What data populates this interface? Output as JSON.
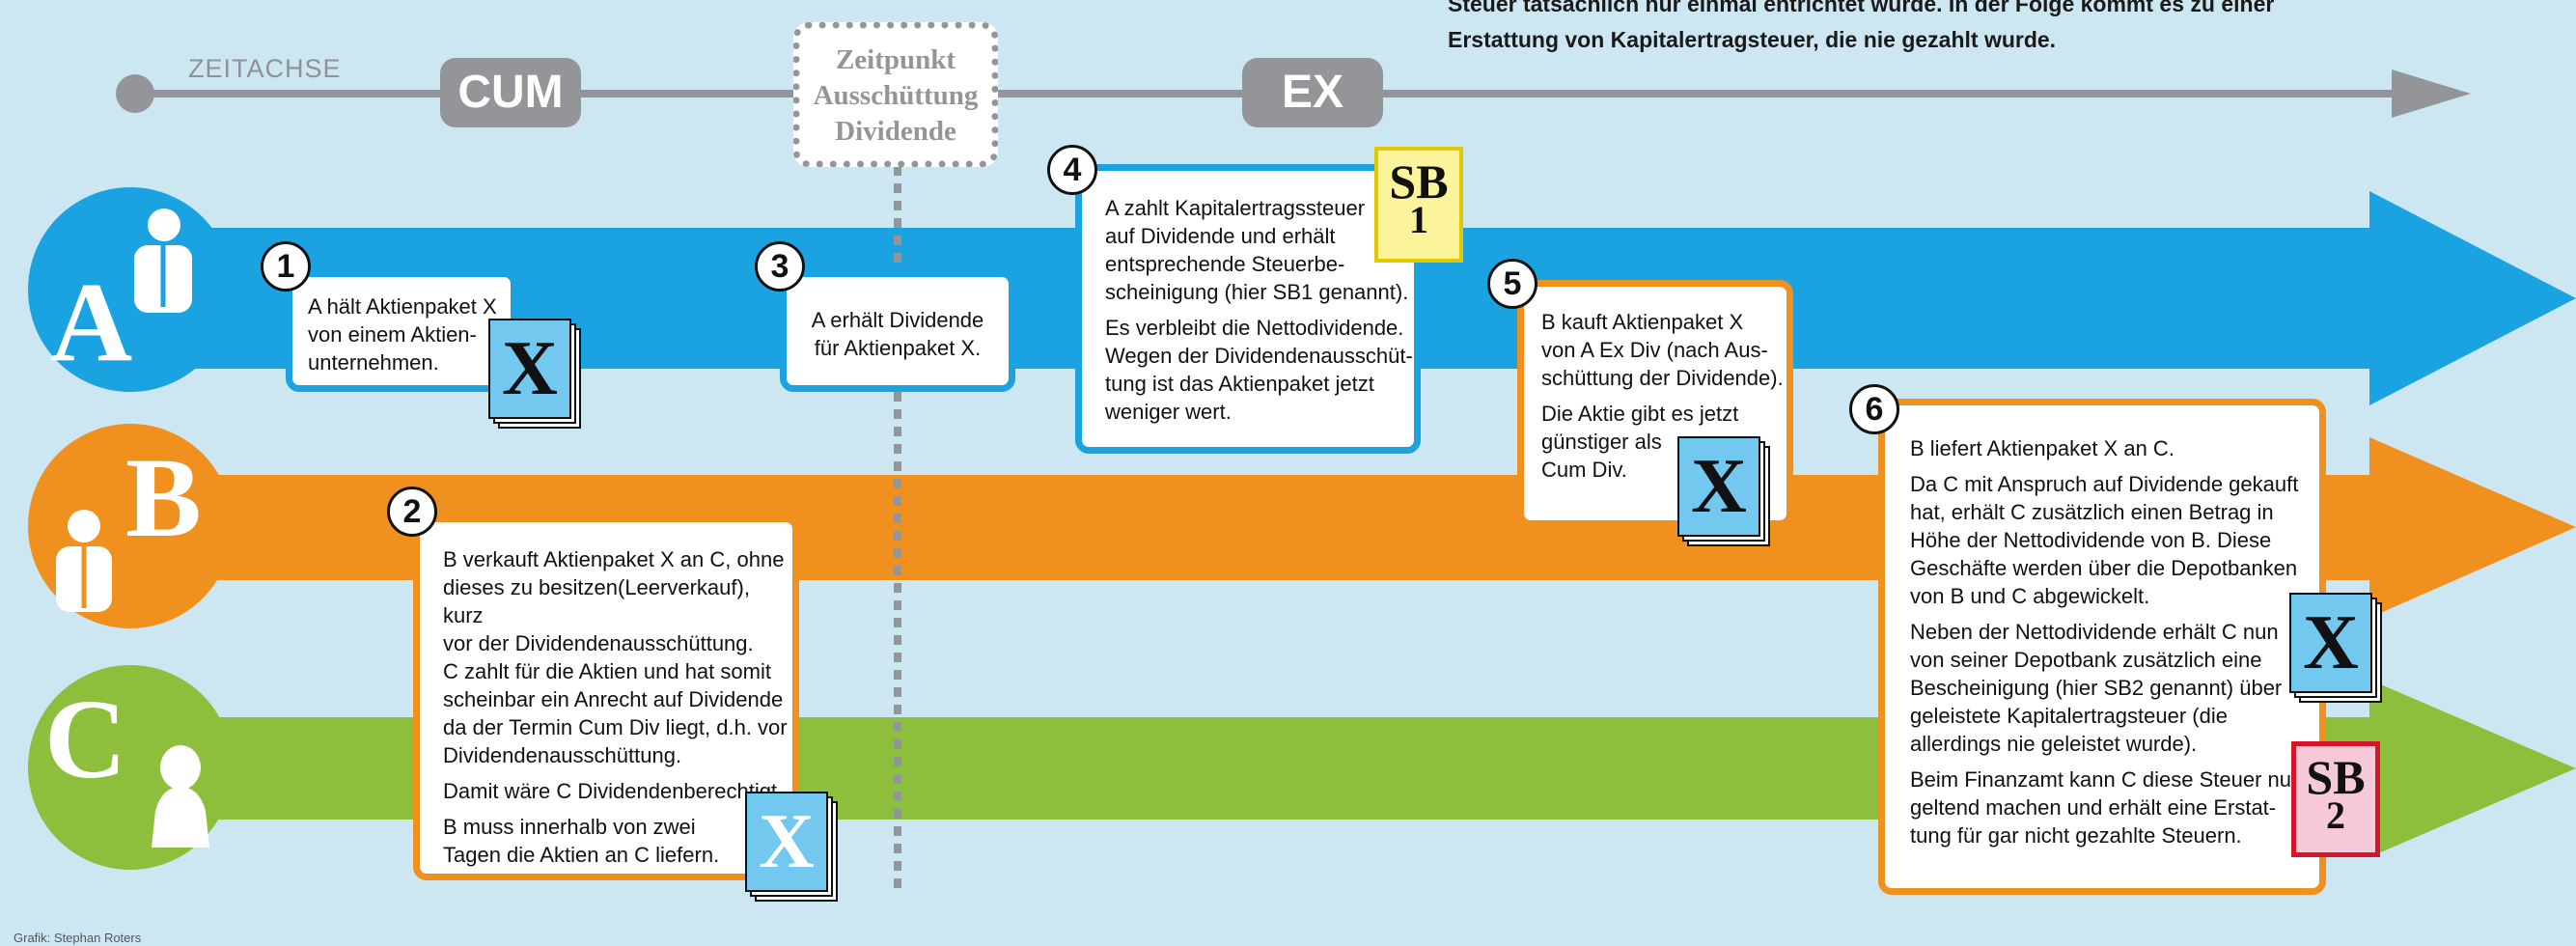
{
  "header": {
    "intro_line1": "Steuer tatsächlich nur einmal entrichtet wurde. In der Folge kommt es zu einer",
    "intro_line2": "Erstattung von Kapitalertragsteuer, die nie gezahlt wurde."
  },
  "timeline": {
    "label": "ZEITACHSE",
    "cum": "CUM",
    "ex": "EX",
    "payout_line1": "Zeitpunkt",
    "payout_line2": "Ausschüttung",
    "payout_line3": "Dividende"
  },
  "lanes": {
    "a": {
      "letter": "A",
      "color": "#1aa3e0"
    },
    "b": {
      "letter": "B",
      "color": "#f0901e"
    },
    "c": {
      "letter": "C",
      "color": "#8dbe3c"
    }
  },
  "steps": {
    "s1": {
      "num": "1",
      "lines": [
        "A hält Aktienpaket X",
        "von einem Aktien-",
        "unternehmen."
      ]
    },
    "s2": {
      "num": "2",
      "p1": [
        "B verkauft Aktienpaket X an C, ohne",
        "dieses zu besitzen(Leerverkauf), kurz",
        "vor der Dividendenausschüttung.",
        "C zahlt für die Aktien und hat somit",
        "scheinbar ein Anrecht auf Dividende",
        "da der Termin Cum Div liegt, d.h. vor",
        "Dividendenausschüttung."
      ],
      "p2": [
        "Damit wäre C Dividendenberechtigt."
      ],
      "p3": [
        "B muss innerhalb von zwei",
        "Tagen die Aktien an C liefern."
      ]
    },
    "s3": {
      "num": "3",
      "lines": [
        "A erhält Dividende",
        "für Aktienpaket X."
      ]
    },
    "s4": {
      "num": "4",
      "p1": [
        "A zahlt Kapitalertragssteuer",
        "auf Dividende und erhält",
        "entsprechende Steuerbe-",
        "scheinigung (hier SB1 genannt)."
      ],
      "p2": [
        "Es verbleibt die Nettodividende.",
        "Wegen der Dividendenausschüt-",
        "tung ist das Aktienpaket jetzt",
        "weniger wert."
      ]
    },
    "s5": {
      "num": "5",
      "p1": [
        "B kauft Aktienpaket X",
        "von A Ex Div (nach Aus-",
        "schüttung der Dividende)."
      ],
      "p2": [
        "Die Aktie gibt es jetzt",
        "günstiger als",
        "Cum Div."
      ]
    },
    "s6": {
      "num": "6",
      "p1": [
        "B liefert Aktienpaket X an C."
      ],
      "p2": [
        "Da C mit Anspruch auf Dividende gekauft",
        "hat, erhält C zusätzlich einen Betrag in",
        "Höhe der Nettodividende von B. Diese",
        "Geschäfte werden über die Depotbanken",
        "von B und C abgewickelt."
      ],
      "p3": [
        "Neben der Nettodividende erhält C nun",
        "von seiner Depotbank zusätzlich eine",
        "Bescheinigung (hier SB2 genannt) über",
        "geleistete Kapitalertragsteuer (die",
        "allerdings nie geleistet wurde)."
      ],
      "p4": [
        "Beim Finanzamt kann C diese Steuer nun",
        "geltend machen und erhält eine Erstat-",
        "tung für gar nicht gezahlte Steuern."
      ]
    }
  },
  "certificates": {
    "x": "X",
    "sb1": {
      "top": "SB",
      "bottom": "1"
    },
    "sb2": {
      "top": "SB",
      "bottom": "2"
    }
  },
  "credit": "Grafik: Stephan Roters"
}
